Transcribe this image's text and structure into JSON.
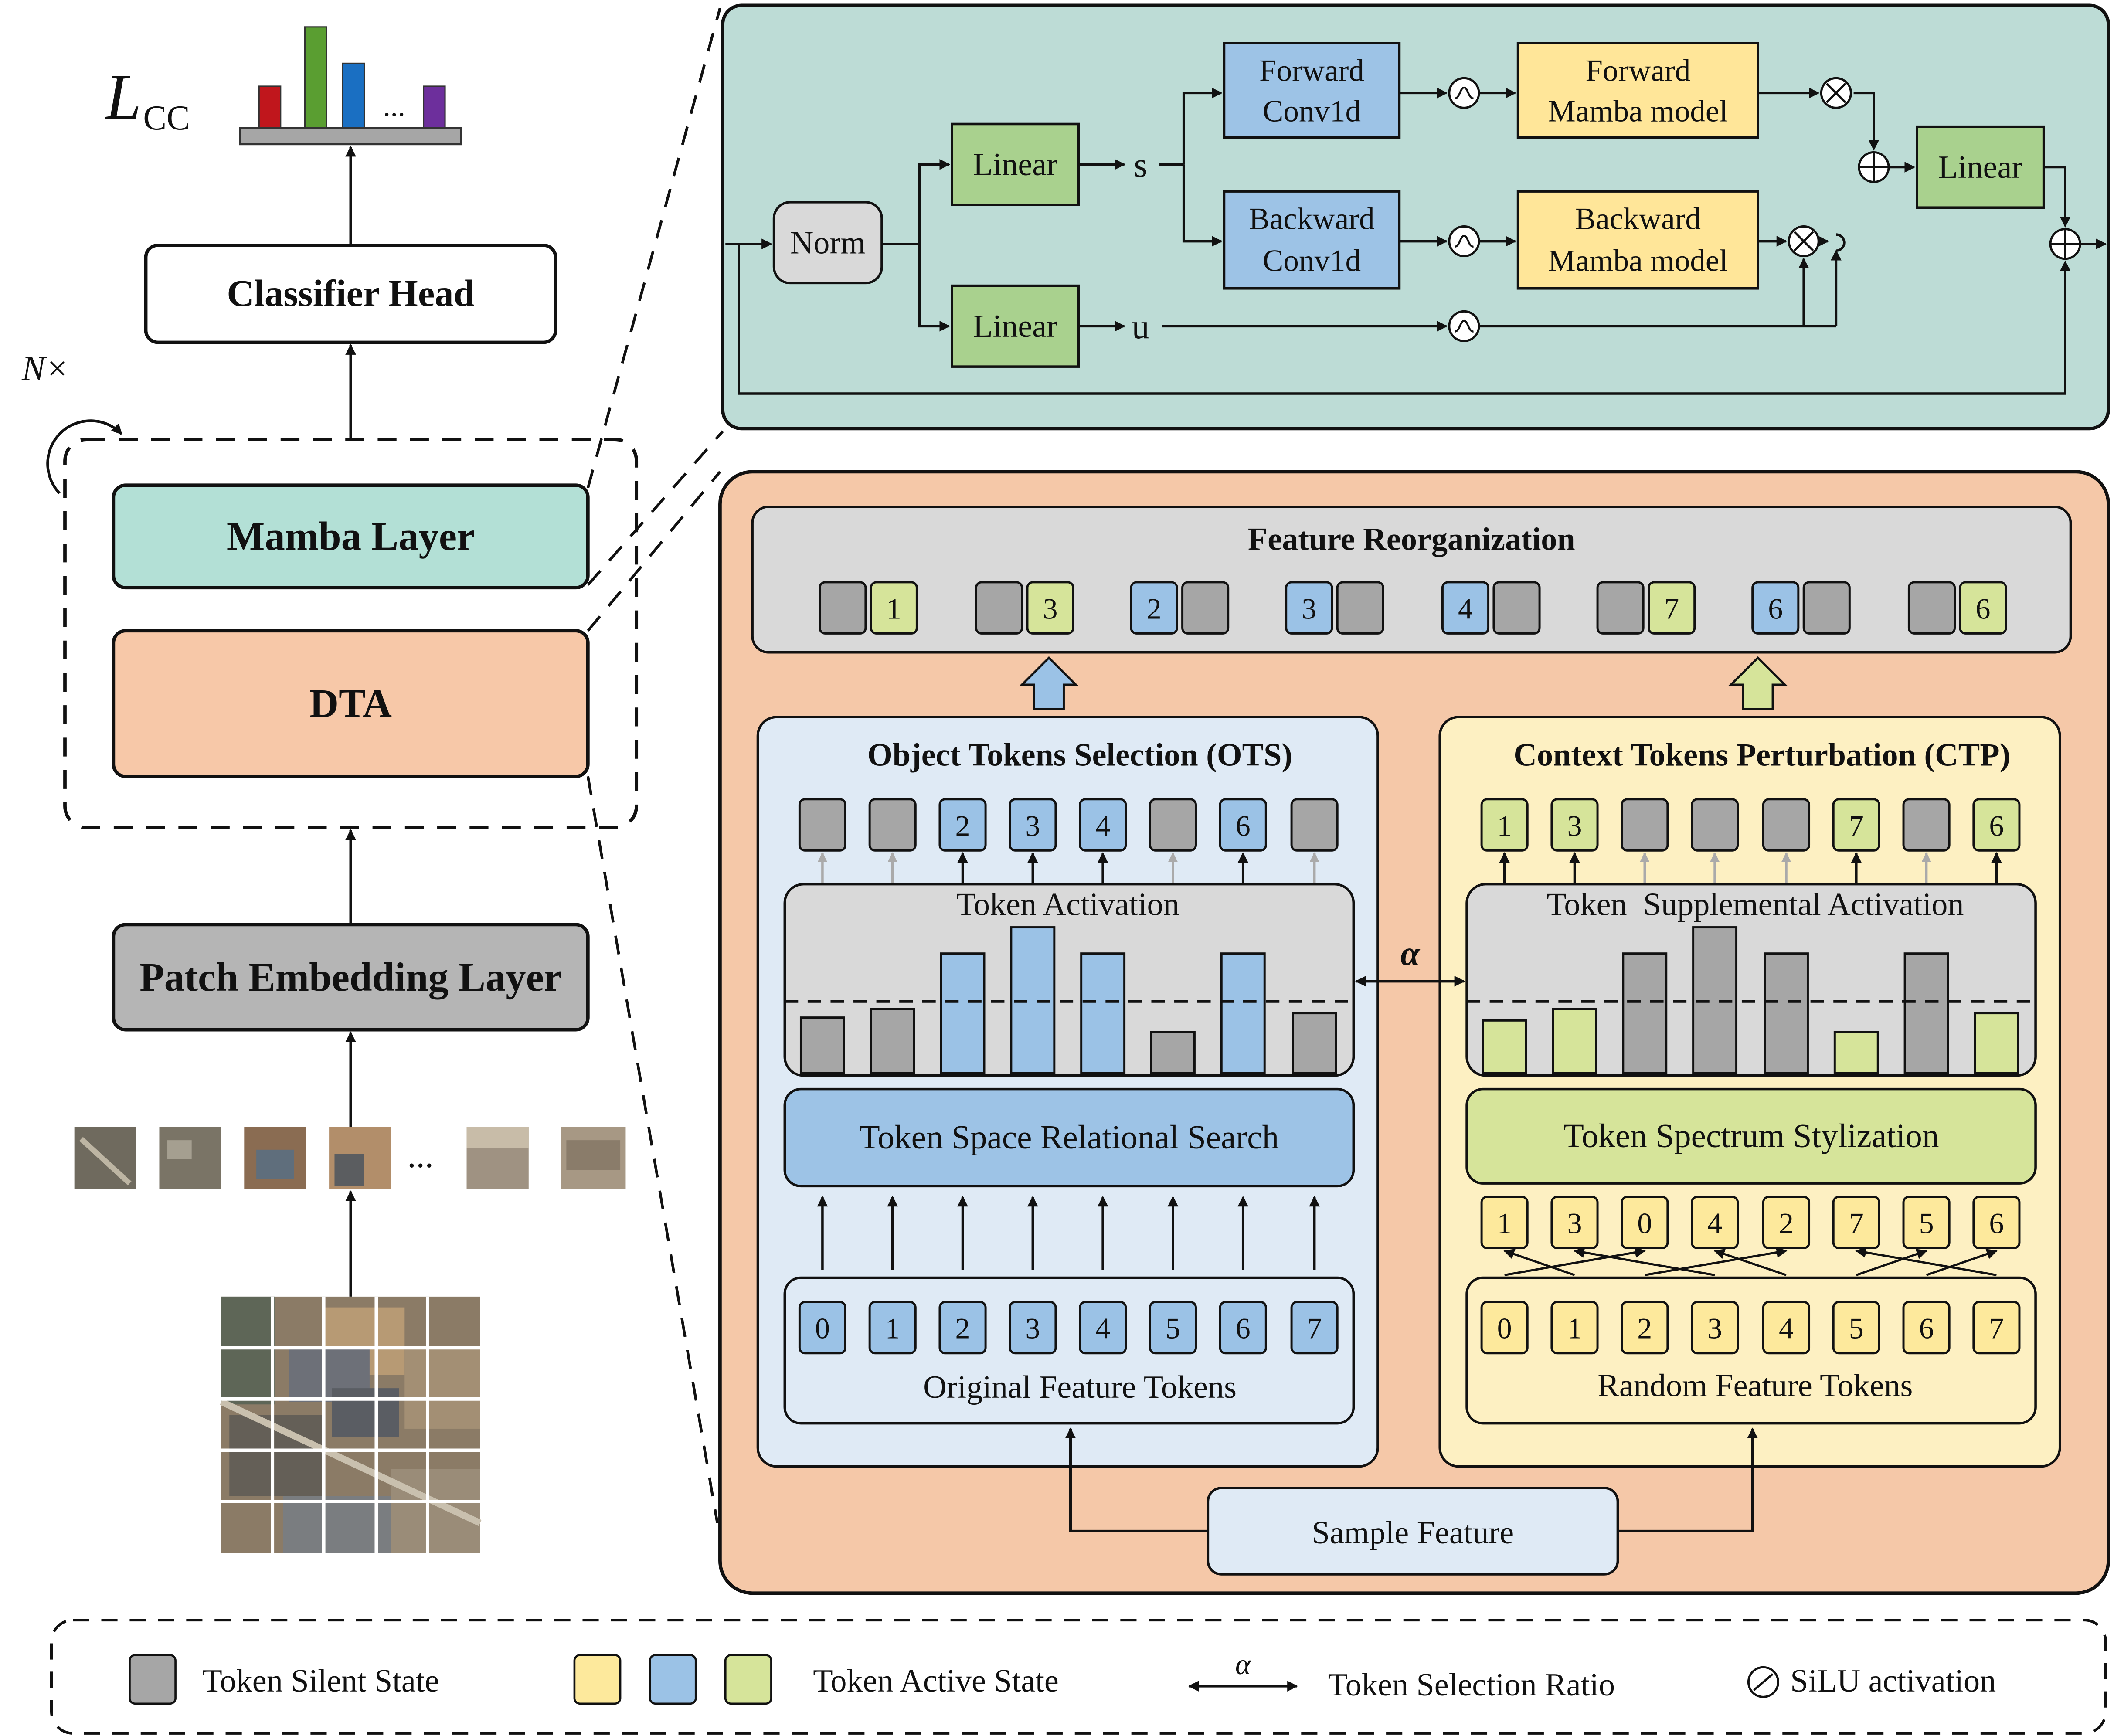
{
  "left": {
    "loss_label": "L",
    "loss_subscript": "CC",
    "loss_hist_colors": [
      "#c0161c",
      "#5a9e31",
      "#1a6fc2",
      "#6d2f9c"
    ],
    "loss_ellipsis": "...",
    "classifier_head": "Classifier Head",
    "repeat_label": "N×",
    "mamba_layer": "Mamba Layer",
    "dta": "DTA",
    "patch_embedding": "Patch Embedding Layer",
    "patches_ellipsis": "..."
  },
  "mamba_block": {
    "norm": "Norm",
    "linear_top": "Linear",
    "linear_bottom": "Linear",
    "linear_out": "Linear",
    "s_label": "s",
    "u_label": "u",
    "forward_conv": [
      "Forward",
      "Conv1d"
    ],
    "backward_conv": [
      "Backward",
      "Conv1d"
    ],
    "forward_mamba": [
      "Forward",
      "Mamba model"
    ],
    "backward_mamba": [
      "Backward",
      "Mamba model"
    ]
  },
  "dta_block": {
    "feature_reorg_title": "Feature Reorganization",
    "reorg_tokens": [
      {
        "a": "",
        "b": "1"
      },
      {
        "a": "",
        "b": "3"
      },
      {
        "a": "2",
        "b": ""
      },
      {
        "a": "3",
        "b": ""
      },
      {
        "a": "4",
        "b": ""
      },
      {
        "a": "",
        "b": "7"
      },
      {
        "a": "6",
        "b": ""
      },
      {
        "a": "",
        "b": "6"
      }
    ],
    "ots_title": "Object Tokens Selection (OTS)",
    "ots_top_tokens": [
      "",
      "",
      "2",
      "3",
      "4",
      "",
      "6",
      ""
    ],
    "ots_activation": "Token Activation",
    "ots_bars": [
      0.38,
      0.44,
      0.82,
      1.0,
      0.82,
      0.28,
      0.82,
      0.41
    ],
    "ots_search": "Token Space Relational Search",
    "ots_bottom_tokens": [
      "0",
      "1",
      "2",
      "3",
      "4",
      "5",
      "6",
      "7"
    ],
    "ots_original": "Original Feature Tokens",
    "ctp_title": "Context Tokens Perturbation (CTP)",
    "ctp_top_tokens": [
      "1",
      "3",
      "",
      "",
      "",
      "7",
      "",
      "6"
    ],
    "ctp_activation": "Token  Supplemental Activation",
    "ctp_bars": [
      0.36,
      0.44,
      0.82,
      1.0,
      0.82,
      0.28,
      0.82,
      0.41
    ],
    "ctp_stylization": "Token Spectrum Stylization",
    "ctp_shuffled_tokens": [
      "1",
      "3",
      "0",
      "4",
      "2",
      "7",
      "5",
      "6"
    ],
    "ctp_bottom_tokens": [
      "0",
      "1",
      "2",
      "3",
      "4",
      "5",
      "6",
      "7"
    ],
    "ctp_random": "Random Feature Tokens",
    "alpha": "α",
    "sample_feature": "Sample Feature"
  },
  "legend": {
    "silent": "Token Silent State",
    "active": "Token Active State",
    "alpha": "α",
    "selection_ratio": "Token Selection Ratio",
    "silu": "SiLU activation"
  },
  "colors": {
    "mamba_bg": "#bddcd6",
    "dta_bg": "#f5c8a8",
    "gray": "#a6a6a6",
    "blue": "#9bc2e6",
    "green": "#d6e49a",
    "yellow": "#fde99c",
    "norm": "#d9d9d9",
    "linear_green": "#a9d18e",
    "conv_blue": "#9dc3e6",
    "mamba_yellow": "#ffe699"
  }
}
